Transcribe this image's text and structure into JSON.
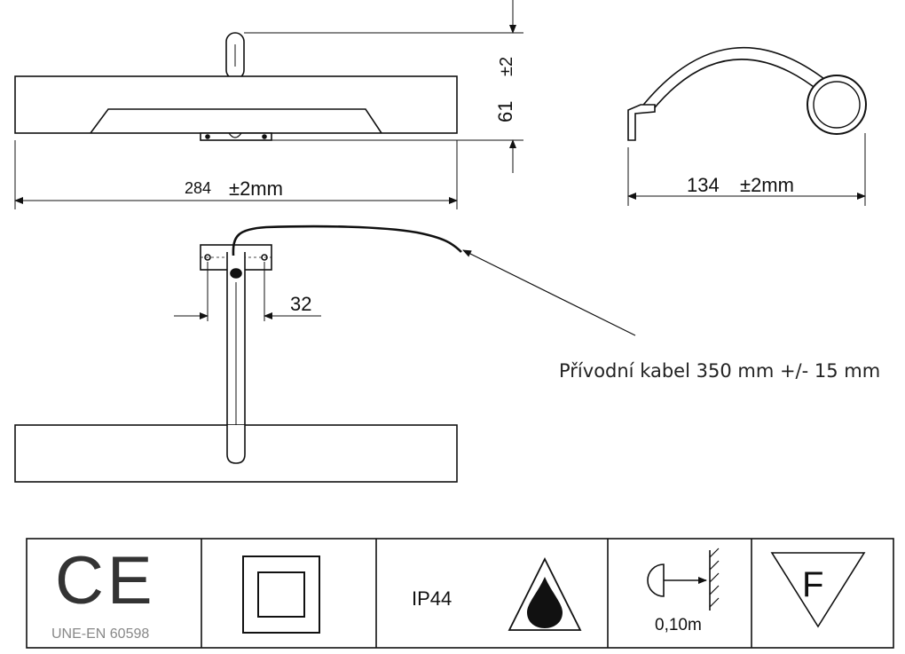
{
  "dimensions": {
    "width_top": "284",
    "width_tol": "±2mm",
    "height": "61",
    "height_tol": "±2",
    "depth": "134",
    "depth_tol": "±2mm",
    "mount_spacing": "32"
  },
  "cable_label": "Přívodní kabel 350 mm +/- 15 mm",
  "certifications": {
    "ce_mark": "CE",
    "standard": "UNE-EN 60598",
    "ip_rating": "IP44",
    "min_distance": "0,10m",
    "f_mark": "F"
  },
  "icons": [
    "ce-mark-icon",
    "double-insulation-icon",
    "water-drop-icon",
    "lamp-distance-icon",
    "f-triangle-icon"
  ],
  "colors": {
    "line": "#111111",
    "standard_text": "#888888"
  }
}
